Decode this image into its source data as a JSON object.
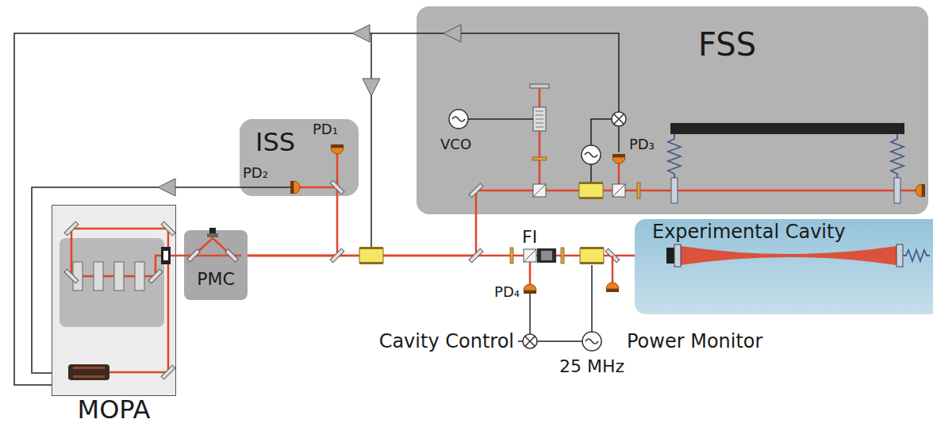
{
  "diagram": {
    "nodes": [
      {
        "text": [
          "FSS",
          "VCO",
          "PD₃"
        ]
      },
      {
        "text": [
          "ISS",
          "PD₁",
          "PD₂"
        ]
      },
      {
        "text": [
          "MOPA"
        ]
      },
      {
        "text": [
          "PMC"
        ]
      },
      {
        "text": [
          "Experimental Cavity"
        ]
      }
    ],
    "edges": [
      {
        "from": 2,
        "to": 3,
        "arrow": "none"
      },
      {
        "from": 3,
        "to": 1,
        "arrow": "none"
      },
      {
        "from": 3,
        "to": 0,
        "arrow": "none"
      },
      {
        "from": 3,
        "to": 4,
        "arrow": "none"
      },
      {
        "from": 1,
        "to": 2,
        "arrow": "none"
      },
      {
        "from": 0,
        "to": 2,
        "arrow": "none"
      }
    ],
    "labels": [
      "FI",
      "PD₄",
      "Cavity Control",
      "25 MHz",
      "Power Monitor"
    ]
  }
}
